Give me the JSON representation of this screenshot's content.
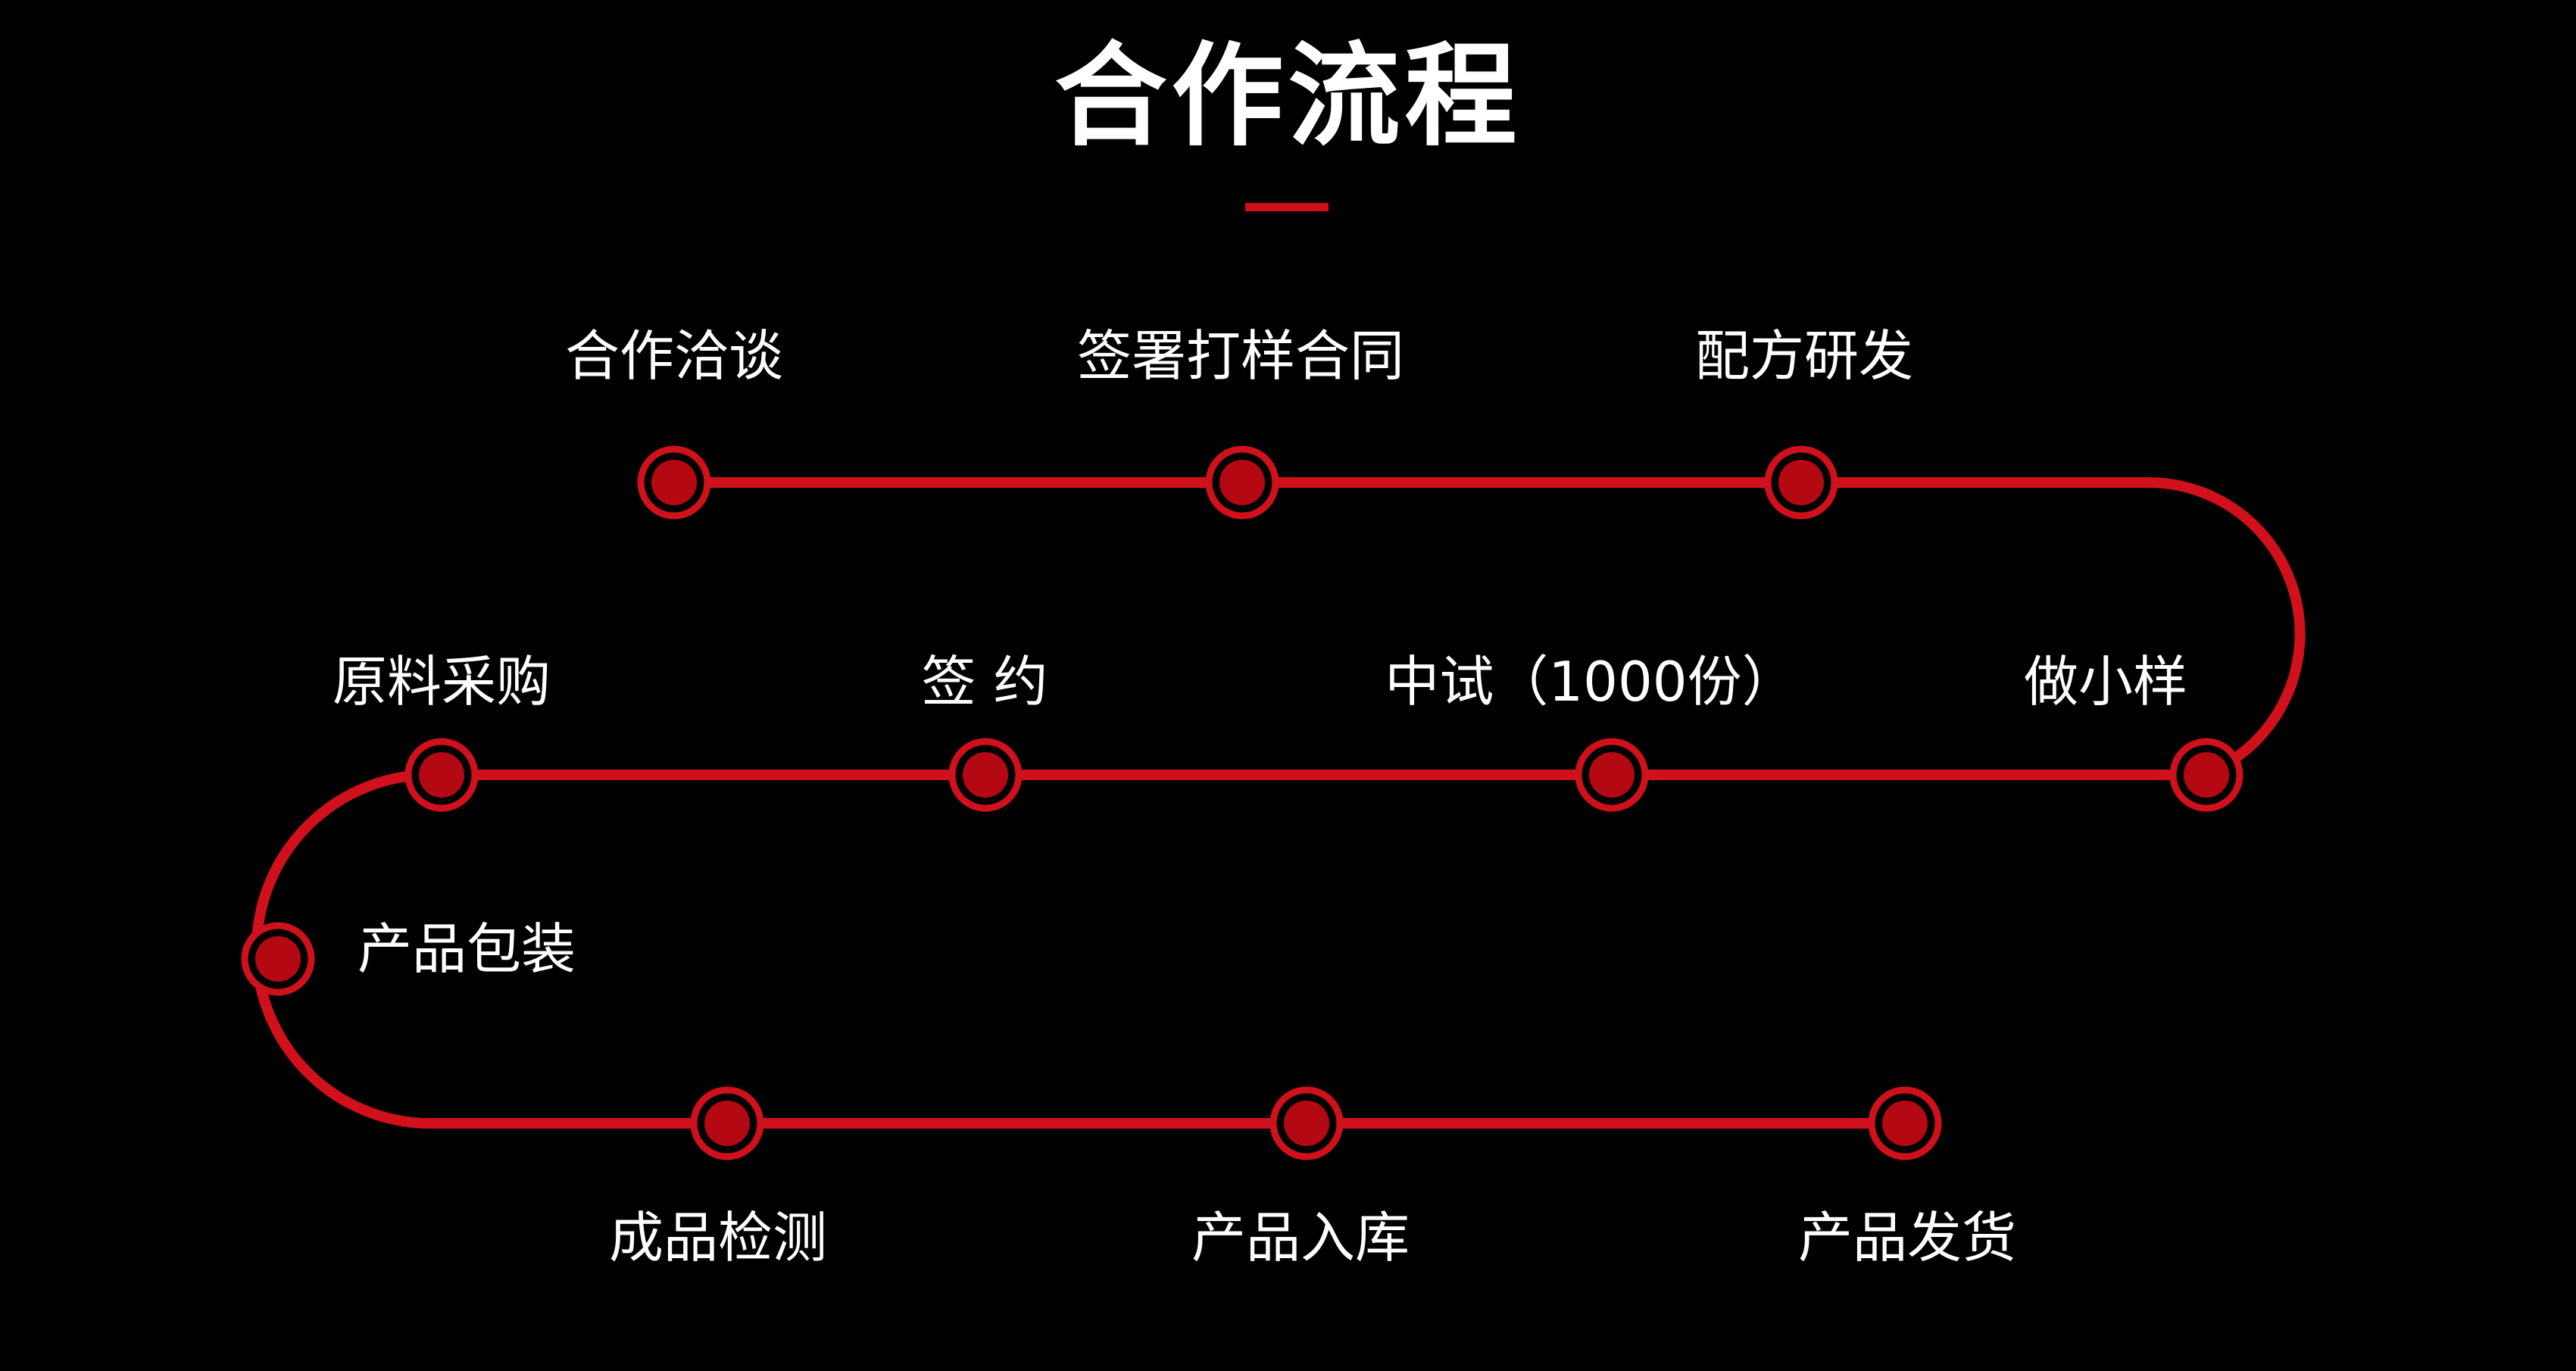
{
  "title": "合作流程",
  "colors": {
    "background": "#000000",
    "accent": "#d0111b",
    "node_fill": "#b40812",
    "text": "#ffffff"
  },
  "steps": [
    {
      "order": 1,
      "label": "合作洽谈"
    },
    {
      "order": 2,
      "label": "签署打样合同"
    },
    {
      "order": 3,
      "label": "配方研发"
    },
    {
      "order": 4,
      "label": "做小样"
    },
    {
      "order": 5,
      "label": "中试（1000份）"
    },
    {
      "order": 6,
      "label": "签 约"
    },
    {
      "order": 7,
      "label": "原料采购"
    },
    {
      "order": 8,
      "label": "产品包装"
    },
    {
      "order": 9,
      "label": "成品检测"
    },
    {
      "order": 10,
      "label": "产品入库"
    },
    {
      "order": 11,
      "label": "产品发货"
    }
  ]
}
